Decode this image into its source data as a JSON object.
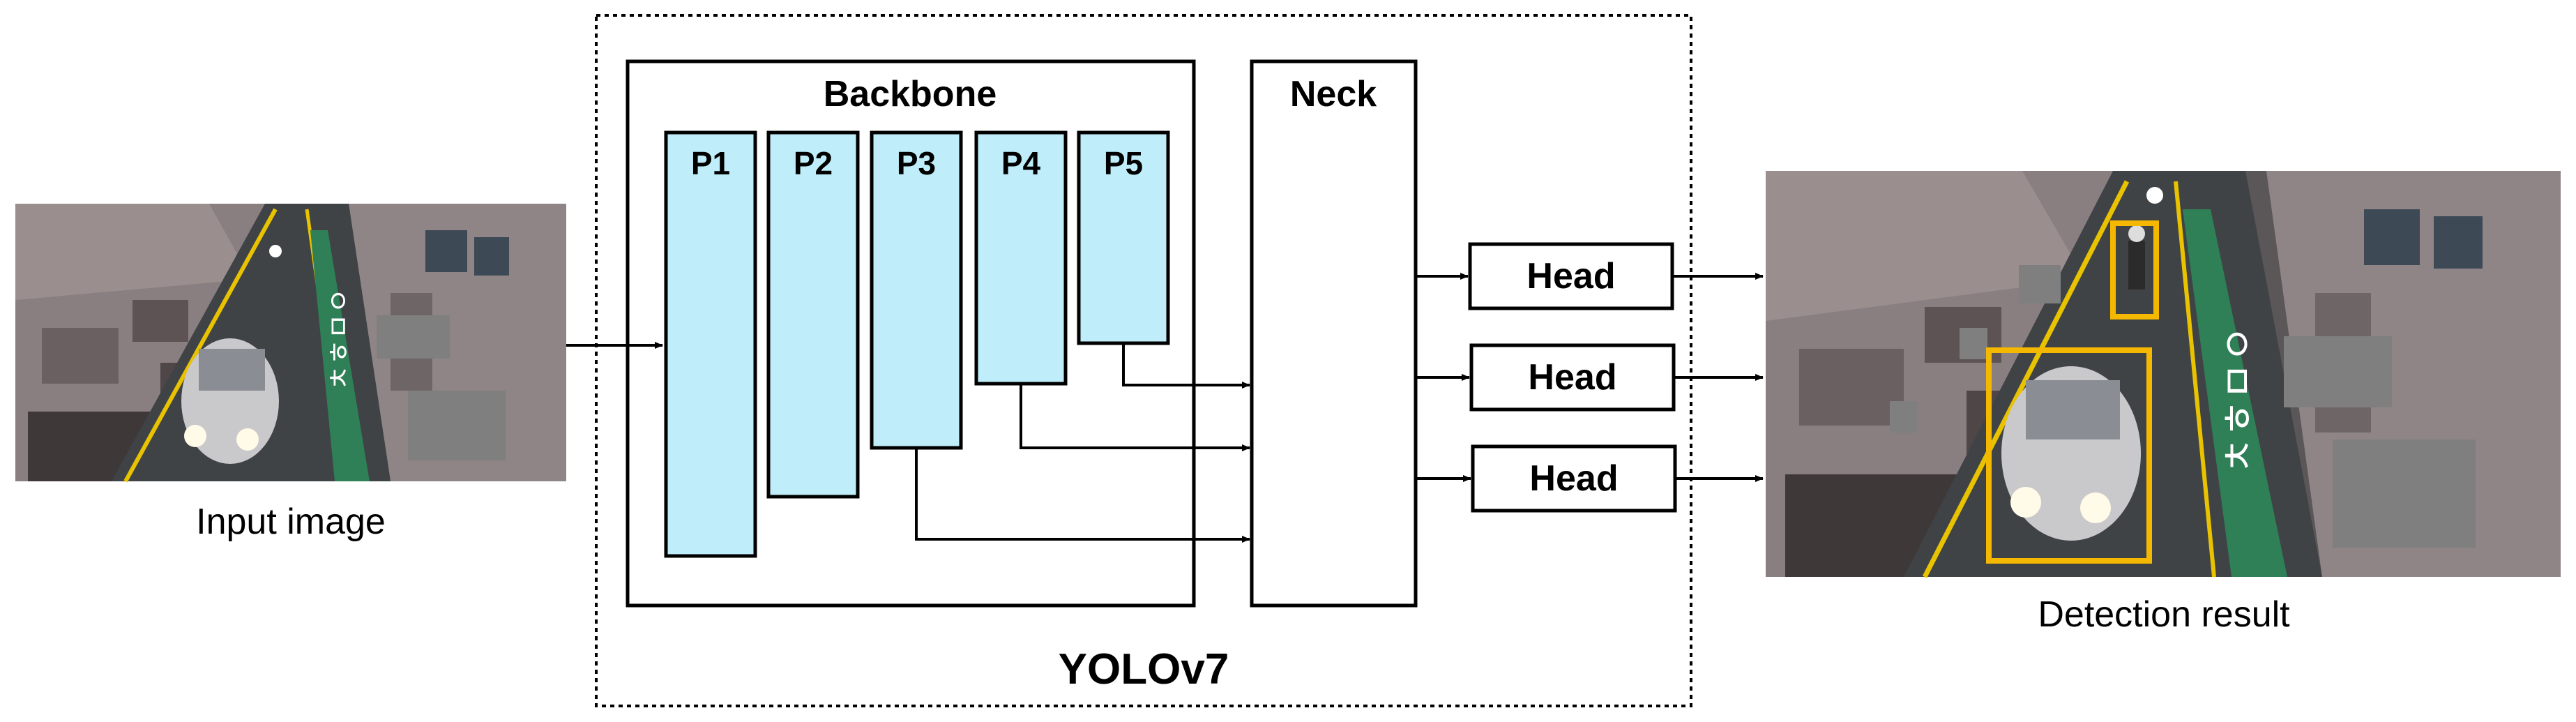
{
  "diagram": {
    "model_label": "YOLOv7",
    "backbone": {
      "title": "Backbone",
      "stages": [
        "P1",
        "P2",
        "P3",
        "P4",
        "P5"
      ]
    },
    "neck": {
      "title": "Neck"
    },
    "heads": [
      "Head",
      "Head",
      "Head"
    ],
    "input_caption": "Input image",
    "output_caption": "Detection result"
  },
  "colors": {
    "stage_fill": "#bfeefa",
    "detection_box": "#f5b800",
    "road": "#3f4346",
    "road_line_yellow": "#e9c200",
    "road_marking_green": "#2f7f57",
    "redaction_gray": "#7f7f7f"
  }
}
